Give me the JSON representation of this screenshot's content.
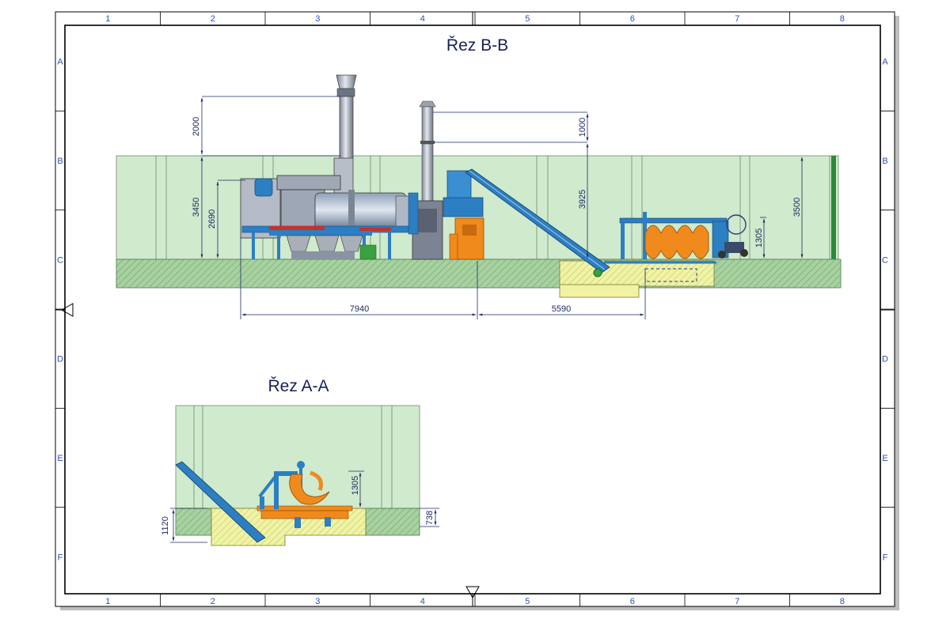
{
  "drawing": {
    "column_labels": [
      "1",
      "2",
      "3",
      "4",
      "5",
      "6",
      "7",
      "8"
    ],
    "row_labels": [
      "A",
      "B",
      "C",
      "D",
      "E",
      "F"
    ],
    "section_bb": {
      "title": "Řez B-B",
      "dims": {
        "chimney_above_wall": "2000",
        "wall_height_left": "3450",
        "dryer_height": "2690",
        "chimney2_above_wall": "1000",
        "conveyor_top": "3925",
        "wall_height_right": "3500",
        "feeder_height": "1305",
        "length_left": "7940",
        "length_right": "5590"
      }
    },
    "section_aa": {
      "title": "Řez A-A",
      "dims": {
        "feeder_height": "1305",
        "pit_depth": "1120",
        "pit_right": "738"
      }
    },
    "colors": {
      "frame": "#000000",
      "grid_text": "#2f4fb4",
      "wall": "#cfeacc",
      "ground": "#a7d2a0",
      "pit": "#f0f3a3",
      "machine_blue": "#2b7fc2",
      "steel": "#a9afb8",
      "orange": "#f08a1c",
      "red": "#c8302a"
    }
  }
}
